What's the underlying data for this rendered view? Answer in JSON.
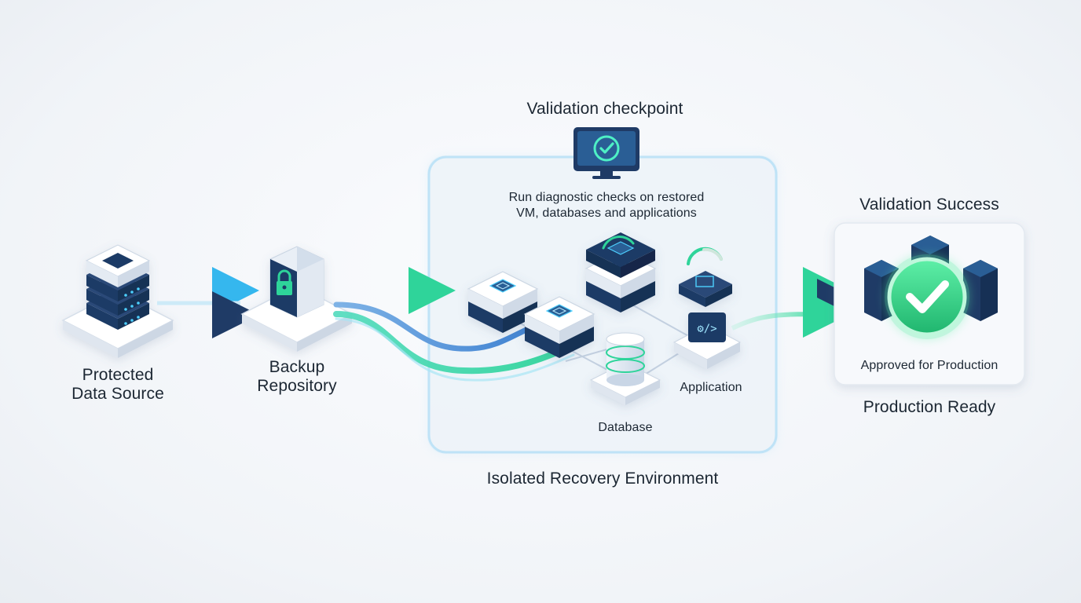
{
  "nodes": {
    "source": {
      "line1": "Protected",
      "line2": "Data Source"
    },
    "backup": {
      "line1": "Backup",
      "line2": "Repository"
    },
    "database": {
      "label": "Database"
    },
    "application": {
      "label": "Application"
    }
  },
  "checkpoint": {
    "title": "Validation checkpoint",
    "desc_line1": "Run diagnostic checks on restored",
    "desc_line2": "VM, databases and applications",
    "icon": "monitor-check-icon"
  },
  "environment": {
    "label": "Isolated Recovery Environment"
  },
  "success": {
    "title": "Validation Success",
    "badge": "Approved for Production",
    "footer": "Production Ready",
    "icon": "check-circle-icon"
  },
  "colors": {
    "navy": "#1f3b66",
    "teal": "#2fd49a",
    "sky": "#35b7ee",
    "success_green": "#35d386"
  }
}
